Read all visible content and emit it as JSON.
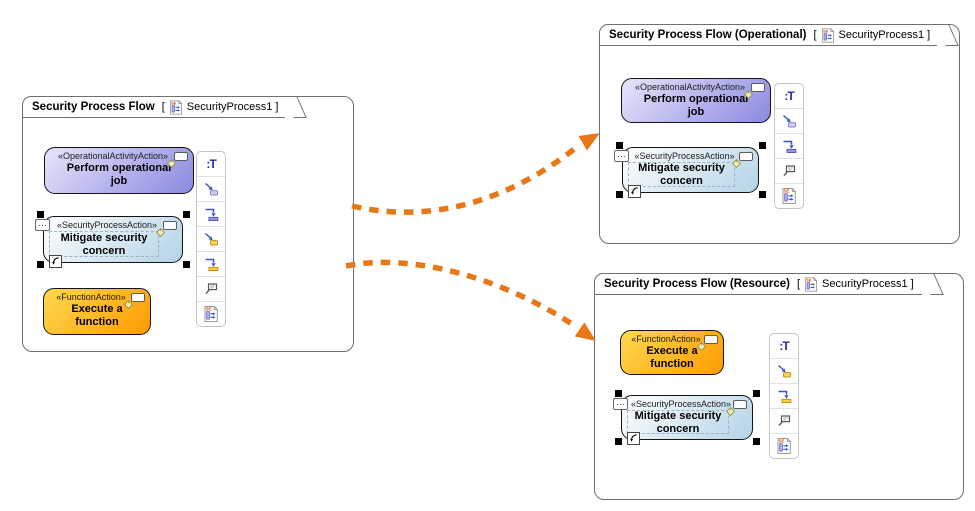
{
  "window": {
    "background": "#ffffff"
  },
  "colors": {
    "arrow": "#e87817",
    "frame_border": "#6f6f6f",
    "node_border": "#141414",
    "operational_fill_start": "#e6e5fb",
    "operational_fill_end": "#8b89e0",
    "security_fill_start": "#ffffff",
    "security_fill_end": "#b4d3e6",
    "function_fill_start": "#ffd94f",
    "function_fill_end": "#ff9a00"
  },
  "icons": {
    "edit_name": ":T",
    "more": "…"
  },
  "frames": [
    {
      "title": "Security Process Flow",
      "bracket_open": "[",
      "diagram_name": "SecurityProcess1",
      "bracket_close": "]",
      "nodes": [
        {
          "stereotype": "«OperationalActivityAction»",
          "name": "Perform operational job",
          "selected": false
        },
        {
          "stereotype": "«SecurityProcessAction»",
          "name": "Mitigate security concern",
          "selected": true
        },
        {
          "stereotype": "«FunctionAction»",
          "name": "Execute a function",
          "selected": false
        }
      ],
      "toolbar": [
        "edit-name",
        "add-operational-activity-action",
        "insert-operational-activity-action",
        "add-function-action",
        "insert-function-action",
        "open-specification",
        "create-diagram"
      ]
    },
    {
      "title": "Security Process Flow (Operational)",
      "bracket_open": "[",
      "diagram_name": "SecurityProcess1",
      "bracket_close": "]",
      "nodes": [
        {
          "stereotype": "«OperationalActivityAction»",
          "name": "Perform operational job",
          "selected": false
        },
        {
          "stereotype": "«SecurityProcessAction»",
          "name": "Mitigate security concern",
          "selected": true
        }
      ],
      "toolbar": [
        "edit-name",
        "add-operational-activity-action",
        "insert-operational-activity-action",
        "open-specification",
        "create-diagram"
      ]
    },
    {
      "title": "Security Process Flow (Resource)",
      "bracket_open": "[",
      "diagram_name": "SecurityProcess1",
      "bracket_close": "]",
      "nodes": [
        {
          "stereotype": "«FunctionAction»",
          "name": "Execute a function",
          "selected": false
        },
        {
          "stereotype": "«SecurityProcessAction»",
          "name": "Mitigate security concern",
          "selected": true
        }
      ],
      "toolbar": [
        "edit-name",
        "add-function-action",
        "insert-function-action",
        "open-specification",
        "create-diagram"
      ]
    }
  ]
}
